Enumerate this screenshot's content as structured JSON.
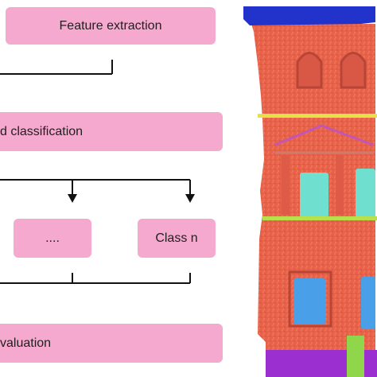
{
  "diagram": {
    "boxes": {
      "feature_extraction": "Feature extraction",
      "classification": "d classification",
      "class_ellipsis": "....",
      "class_n": "Class n",
      "evaluation": "valuation"
    }
  },
  "colors": {
    "box_fill": "#f6a9cf",
    "line": "#111111",
    "facade_main": "#e8624a",
    "facade_roof": "#2233cc",
    "facade_band_yellow": "#e6e14a",
    "facade_window": "#6fe0cf",
    "facade_window_blue": "#4aa0e8",
    "facade_base": "#9b2fd0",
    "facade_door": "#8fd64a"
  },
  "icons": {
    "arrow": "arrow-down-icon"
  }
}
